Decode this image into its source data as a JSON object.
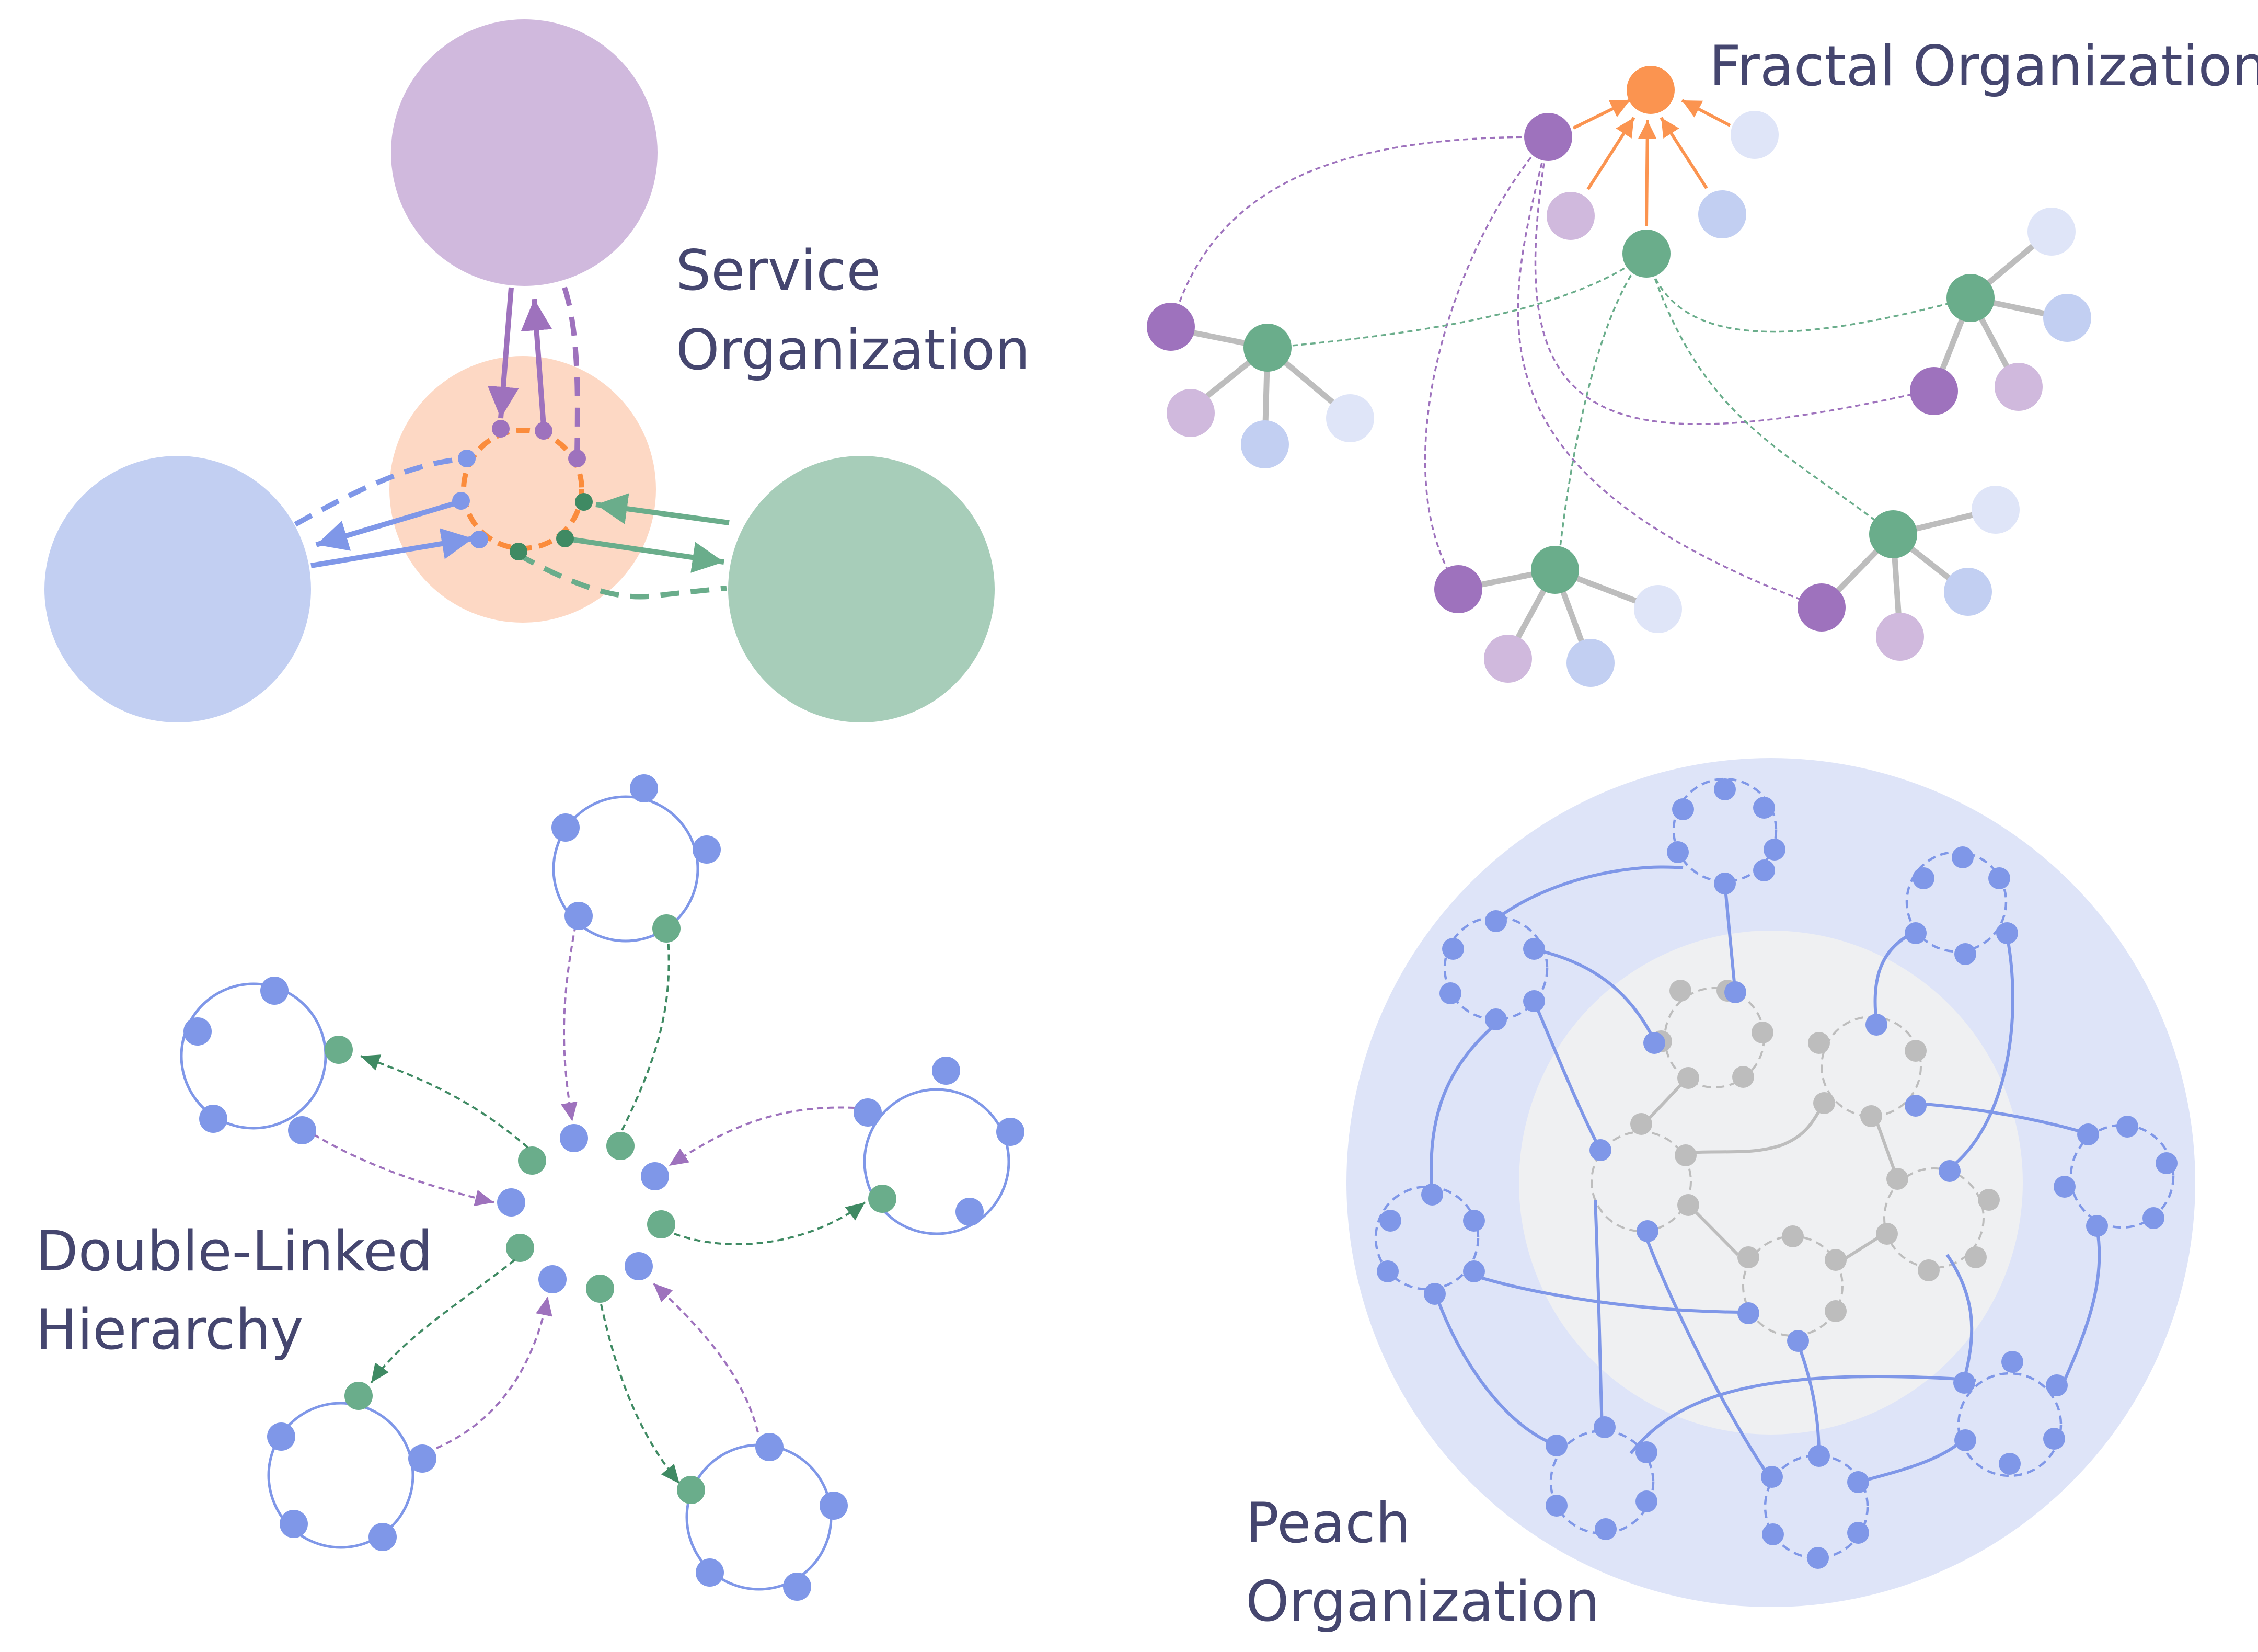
{
  "labels": {
    "service_line1": "Service",
    "service_line2": "Organization",
    "fractal": "Fractal Organization",
    "dlh_line1": "Double-Linked",
    "dlh_line2": "Hierarchy",
    "peach_line1": "Peach",
    "peach_line2": "Organization"
  },
  "colors": {
    "text": "#45466f",
    "purple": "#9e72bd",
    "purple_light": "#d0b9dd",
    "blue": "#7f97e8",
    "blue_light": "#c2cff2",
    "blue_pale": "#dfe5f8",
    "green": "#6aad8b",
    "green_light": "#a7cdb9",
    "orange": "#fb9450",
    "orange_light": "#fdd8c4",
    "gray": "#bdbdbd",
    "gray_bg": "#eff0f2",
    "peach_outer": "#dee4f8"
  }
}
